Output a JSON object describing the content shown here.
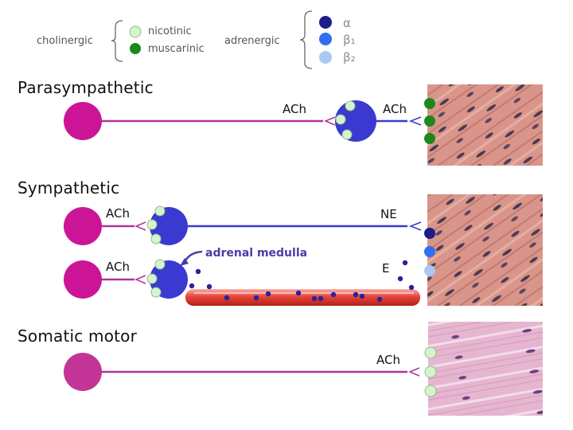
{
  "legend": {
    "cholinergic": "cholinergic",
    "nicotinic": "nicotinic",
    "muscarinic": "muscarinic",
    "adrenergic": "adrenergic",
    "alpha": "α",
    "beta1": "β₁",
    "beta2": "β₂"
  },
  "colors": {
    "nicotinic": "#d6f3cf",
    "muscarinic": "#1a8a1a",
    "alpha": "#1c1c8a",
    "beta1": "#2f6ff0",
    "beta2": "#a9c9f2",
    "preganglionic_cell": "#cc1596",
    "ganglion_cell": "#3a3ad0",
    "somatic_cell": "#c23596",
    "preganglionic_axon": "#b1349a",
    "postganglionic_axon": "#3a3ad0",
    "blood_vessel": "#e8443a",
    "hormone_dot": "#2424a0",
    "annotation": "#4a3ba8"
  },
  "sections": {
    "parasympathetic": {
      "title": "Parasympathetic",
      "nt_ganglion": "ACh",
      "nt_target": "ACh",
      "target_tissue": "smooth-muscle"
    },
    "sympathetic": {
      "title": "Sympathetic",
      "nt_preganglionic": "ACh",
      "nt_target": "NE",
      "adrenal_preganglionic": "ACh",
      "adrenal_label": "adrenal medulla",
      "adrenal_hormone": "E",
      "target_tissue": "smooth-muscle"
    },
    "somatic": {
      "title": "Somatic motor",
      "nt_target": "ACh",
      "target_tissue": "skeletal-muscle"
    }
  }
}
